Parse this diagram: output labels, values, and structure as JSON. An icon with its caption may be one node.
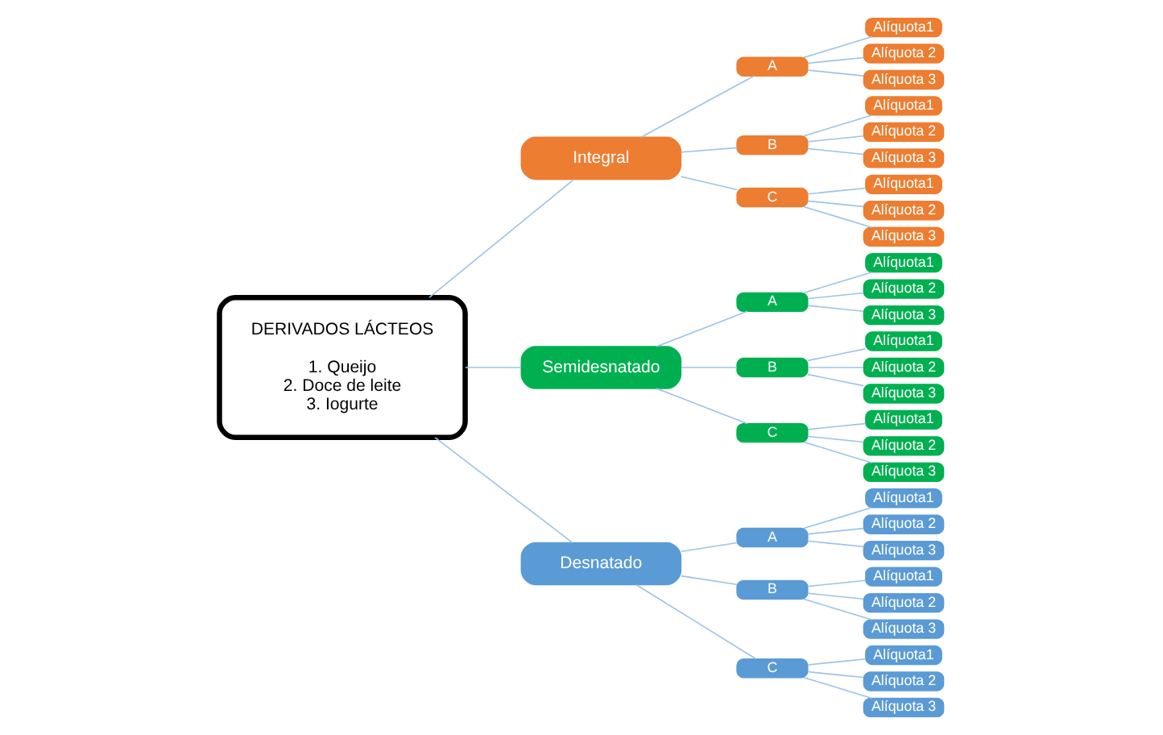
{
  "diagram": {
    "nodes": [
      {
        "text": [
          "DERIVADOS LÁCTEOS",
          "1. Queijo",
          "2. Doce de leite",
          "3. Iogurte"
        ]
      },
      {
        "text": [
          "Integral"
        ]
      },
      {
        "text": [
          "A"
        ]
      },
      {
        "text": [
          "Alíquota1"
        ]
      },
      {
        "text": [
          "Alíquota 2"
        ]
      },
      {
        "text": [
          "Alíquota 3"
        ]
      },
      {
        "text": [
          "B"
        ]
      },
      {
        "text": [
          "Alíquota1"
        ]
      },
      {
        "text": [
          "Alíquota 2"
        ]
      },
      {
        "text": [
          "Alíquota 3"
        ]
      },
      {
        "text": [
          "C"
        ]
      },
      {
        "text": [
          "Alíquota1"
        ]
      },
      {
        "text": [
          "Alíquota 2"
        ]
      },
      {
        "text": [
          "Alíquota 3"
        ]
      },
      {
        "text": [
          "Semidesnatado"
        ]
      },
      {
        "text": [
          "A"
        ]
      },
      {
        "text": [
          "Alíquota1"
        ]
      },
      {
        "text": [
          "Alíquota 2"
        ]
      },
      {
        "text": [
          "Alíquota 3"
        ]
      },
      {
        "text": [
          "B"
        ]
      },
      {
        "text": [
          "Alíquota1"
        ]
      },
      {
        "text": [
          "Alíquota 2"
        ]
      },
      {
        "text": [
          "Alíquota 3"
        ]
      },
      {
        "text": [
          "C"
        ]
      },
      {
        "text": [
          "Alíquota1"
        ]
      },
      {
        "text": [
          "Alíquota 2"
        ]
      },
      {
        "text": [
          "Alíquota 3"
        ]
      },
      {
        "text": [
          "Desnatado"
        ]
      },
      {
        "text": [
          "A"
        ]
      },
      {
        "text": [
          "Alíquota1"
        ]
      },
      {
        "text": [
          "Alíquota 2"
        ]
      },
      {
        "text": [
          "Alíquota 3"
        ]
      },
      {
        "text": [
          "B"
        ]
      },
      {
        "text": [
          "Alíquota1"
        ]
      },
      {
        "text": [
          "Alíquota 2"
        ]
      },
      {
        "text": [
          "Alíquota 3"
        ]
      },
      {
        "text": [
          "C"
        ]
      },
      {
        "text": [
          "Alíquota1"
        ]
      },
      {
        "text": [
          "Alíquota 2"
        ]
      },
      {
        "text": [
          "Alíquota 3"
        ]
      }
    ],
    "edges": [
      {
        "from": 0,
        "to": 1,
        "arrow": "none"
      },
      {
        "from": 0,
        "to": 14,
        "arrow": "none"
      },
      {
        "from": 0,
        "to": 27,
        "arrow": "none"
      },
      {
        "from": 1,
        "to": 2,
        "arrow": "none"
      },
      {
        "from": 2,
        "to": 3,
        "arrow": "none"
      },
      {
        "from": 2,
        "to": 4,
        "arrow": "none"
      },
      {
        "from": 2,
        "to": 5,
        "arrow": "none"
      },
      {
        "from": 1,
        "to": 6,
        "arrow": "none"
      },
      {
        "from": 6,
        "to": 7,
        "arrow": "none"
      },
      {
        "from": 6,
        "to": 8,
        "arrow": "none"
      },
      {
        "from": 6,
        "to": 9,
        "arrow": "none"
      },
      {
        "from": 1,
        "to": 10,
        "arrow": "none"
      },
      {
        "from": 10,
        "to": 11,
        "arrow": "none"
      },
      {
        "from": 10,
        "to": 12,
        "arrow": "none"
      },
      {
        "from": 10,
        "to": 13,
        "arrow": "none"
      },
      {
        "from": 14,
        "to": 15,
        "arrow": "none"
      },
      {
        "from": 15,
        "to": 16,
        "arrow": "none"
      },
      {
        "from": 15,
        "to": 17,
        "arrow": "none"
      },
      {
        "from": 15,
        "to": 18,
        "arrow": "none"
      },
      {
        "from": 14,
        "to": 19,
        "arrow": "none"
      },
      {
        "from": 19,
        "to": 20,
        "arrow": "none"
      },
      {
        "from": 19,
        "to": 21,
        "arrow": "none"
      },
      {
        "from": 19,
        "to": 22,
        "arrow": "none"
      },
      {
        "from": 14,
        "to": 23,
        "arrow": "none"
      },
      {
        "from": 23,
        "to": 24,
        "arrow": "none"
      },
      {
        "from": 23,
        "to": 25,
        "arrow": "none"
      },
      {
        "from": 23,
        "to": 26,
        "arrow": "none"
      },
      {
        "from": 27,
        "to": 28,
        "arrow": "none"
      },
      {
        "from": 28,
        "to": 29,
        "arrow": "none"
      },
      {
        "from": 28,
        "to": 30,
        "arrow": "none"
      },
      {
        "from": 28,
        "to": 31,
        "arrow": "none"
      },
      {
        "from": 27,
        "to": 32,
        "arrow": "none"
      },
      {
        "from": 32,
        "to": 33,
        "arrow": "none"
      },
      {
        "from": 32,
        "to": 34,
        "arrow": "none"
      },
      {
        "from": 32,
        "to": 35,
        "arrow": "none"
      },
      {
        "from": 27,
        "to": 36,
        "arrow": "none"
      },
      {
        "from": 36,
        "to": 37,
        "arrow": "none"
      },
      {
        "from": 36,
        "to": 38,
        "arrow": "none"
      },
      {
        "from": 36,
        "to": 39,
        "arrow": "none"
      }
    ]
  }
}
